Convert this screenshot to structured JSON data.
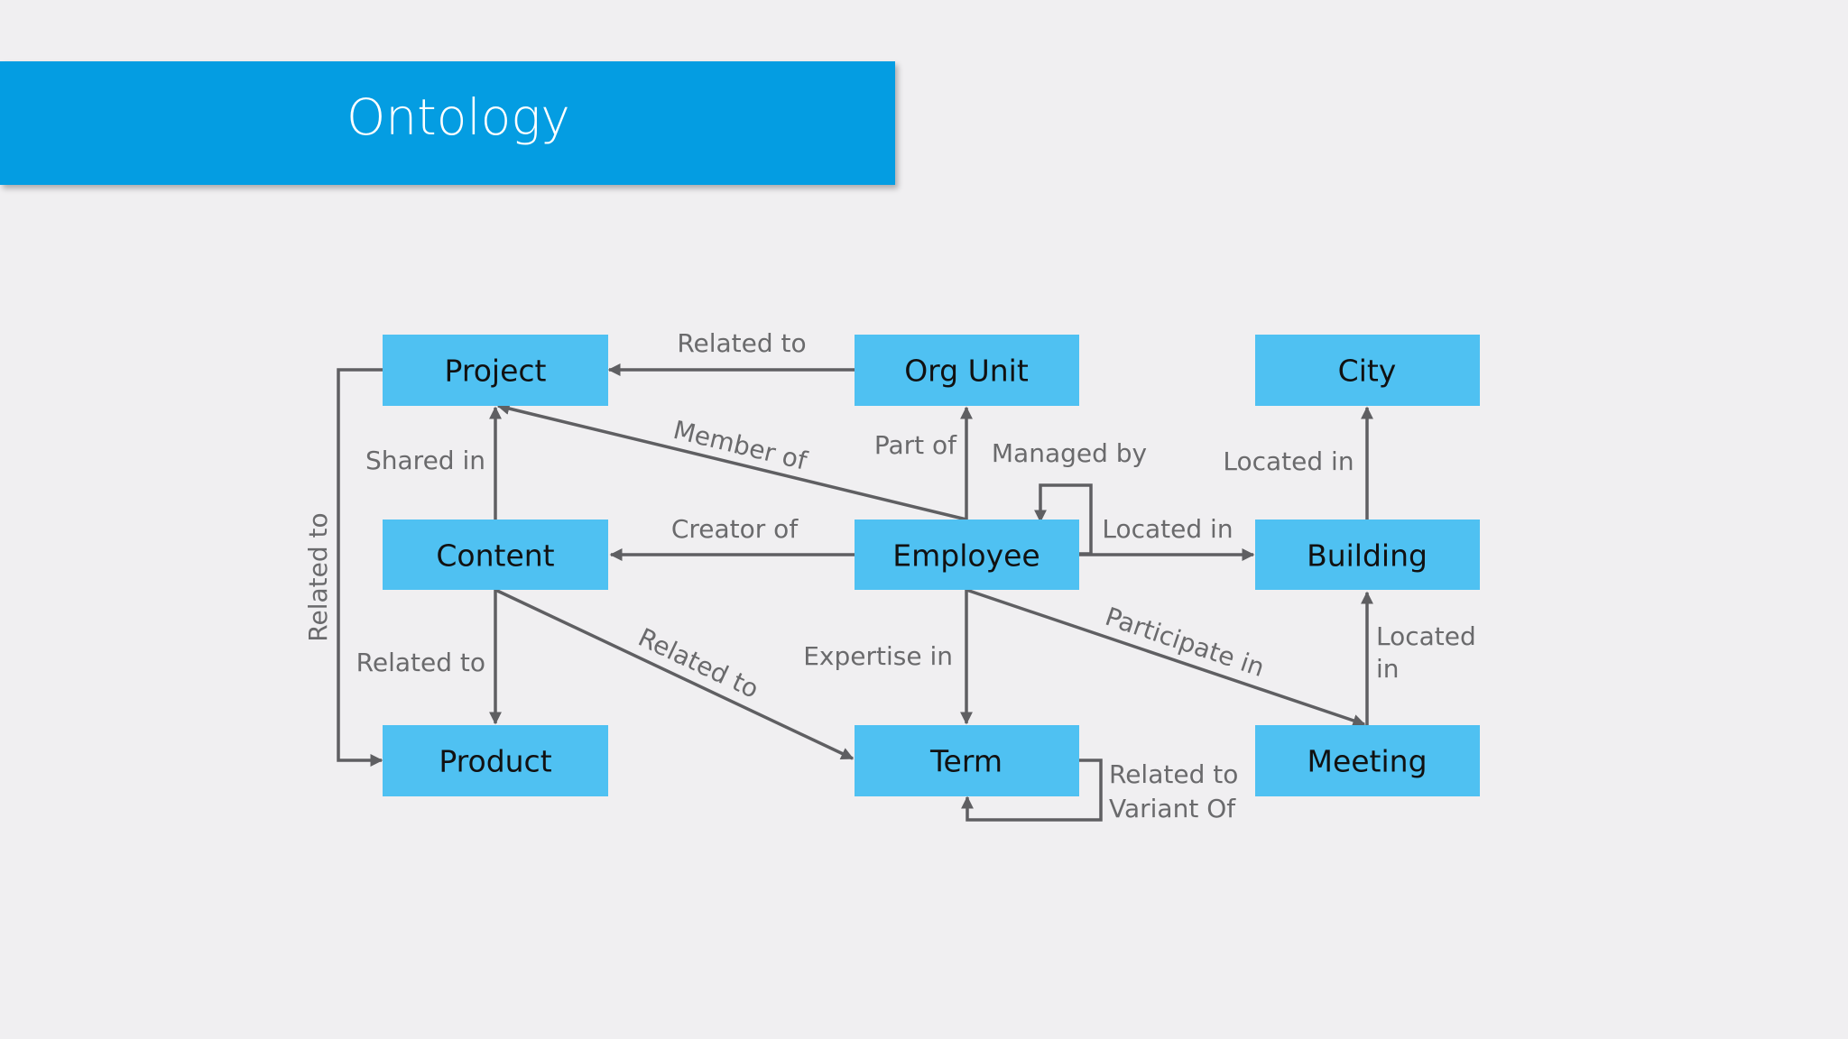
{
  "title": "Ontology",
  "colors": {
    "banner": "#049de2",
    "node": "#4fc1f2",
    "edge": "#5f5f62",
    "background": "#f0eff1"
  },
  "nodes": {
    "project": "Project",
    "org_unit": "Org Unit",
    "city": "City",
    "content": "Content",
    "employee": "Employee",
    "building": "Building",
    "product": "Product",
    "term": "Term",
    "meeting": "Meeting"
  },
  "edges": {
    "orgunit_project": "Related to",
    "employee_project": "Member of",
    "employee_orgunit": "Part of",
    "employee_self": "Managed by",
    "building_city": "Located in",
    "content_project": "Shared in",
    "project_product": "Related to",
    "employee_content": "Creator of",
    "employee_building": "Located in",
    "content_product": "Related to",
    "content_term": "Related to",
    "employee_term": "Expertise in",
    "employee_meeting": "Participate in",
    "meeting_building_line1": "Located",
    "meeting_building_line2": "in",
    "term_self_line1": "Related to",
    "term_self_line2": "Variant Of"
  }
}
